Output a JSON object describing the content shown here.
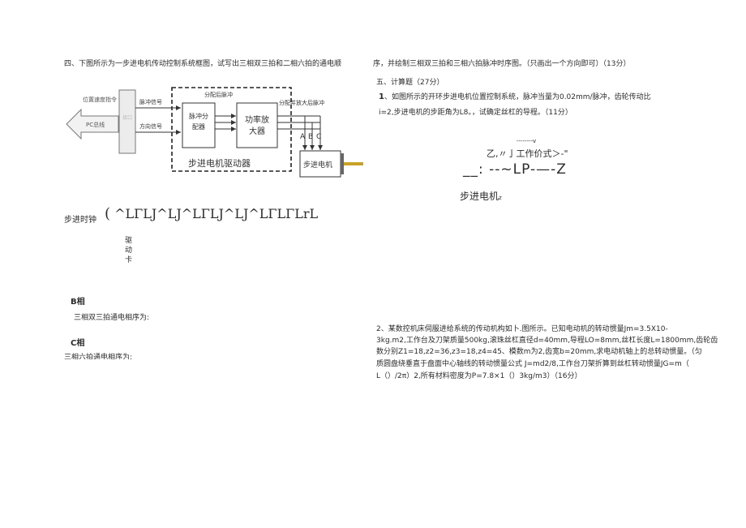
{
  "left": {
    "question4_line1": "四、下图所示为一步进电机传动控制系统框图，试写出三相双三拍和二相六拍的通电顺",
    "diagram": {
      "position_cmd": "位置速度指令",
      "pc_bus": "PC总线",
      "interface": "接口",
      "pulse_signal": "脉冲信号",
      "direction_signal": "方向信号",
      "distributed_pulse": "分配后脉冲",
      "distributor": "脉冲分配器",
      "amplifier": "功率放大器",
      "amplified_pulse": "分配并放大后脉冲",
      "driver_label": "步进电机驱动器",
      "phase_a": "A",
      "phase_b": "B",
      "phase_c": "C",
      "motor": "步进电机"
    },
    "step_clock_label": "步进时钟",
    "step_clock_wave": "^LΓLJ^LJ^LΓLJ^LJ^LΓLΓLrL",
    "drive_card": [
      "驱",
      "动",
      "卡"
    ],
    "phase_b_label": "B相",
    "three_phase_double": "三相双三拍通电相序为:",
    "phase_c_label": "C相",
    "cut_line": "三相六拍通电相序为:"
  },
  "right": {
    "question4_line2": "序，并绘制三相双三拍和三相六拍脉冲时序图。（只画出一个方向即可）（13分）",
    "section5": "五、计算题（27分）",
    "q1_num": "1",
    "q1_line1": "、如图所示的开环步进电机位置控制系统，脉冲当量为0.02mm/脉冲，齿轮传动比",
    "q1_line2": "i=2,步进电机的步距角为L8。，试确定丝杠的导程。（11分）",
    "garble1": "--------v",
    "garble2": "乙,〃亅工作价式＞-\"",
    "garble3": "__:  --~LP-—-Z",
    "motor_garble": "步进电机",
    "motor_garble_sub": "z",
    "q2_line1": "2、某数控机床伺服进给系统的传动机构如卜.图所示。已知电动机的转动惯量Jm=3.5X10-",
    "q2_line2": "3kg.m2,工作台及刀架质量500kg,滚珠丝杠直径d=40mm,导程LO=8mm,丝杠长度L=1800mm,齿轮齿",
    "q2_line3": "数分别Z1=18,z2=36,z3=18,z4=45、模数m为2,齿宽b=20mm,求电动机轴上的总转动惯量。（匀",
    "q2_line4": "质圆盘绕垂直于盘面中心轴线的转动惯量公式  J=md2/8,工作台刀架折算到丝杠转动惯量JG=m（",
    "q2_line5": "L（）/2π）2,所有材料密度为P=7.8×1（）3kg/m3）（16分）"
  }
}
